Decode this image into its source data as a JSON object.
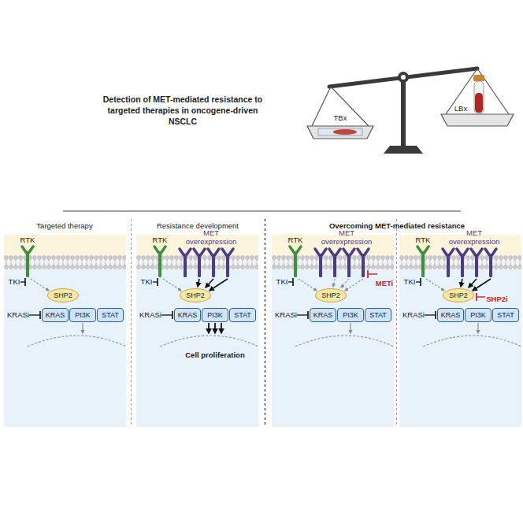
{
  "diagram": {
    "title": "Detection of MET-mediated resistance to targeted therapies in oncogene-driven NSCLC",
    "nodes": [
      {
        "text": [
          "SHP2"
        ]
      },
      {
        "text": [
          "KRAS"
        ]
      },
      {
        "text": [
          "PI3K"
        ]
      },
      {
        "text": [
          "STAT"
        ]
      },
      {
        "text": [
          "SHP2"
        ]
      },
      {
        "text": [
          "KRAS"
        ]
      },
      {
        "text": [
          "PI3K"
        ]
      },
      {
        "text": [
          "STAT"
        ]
      },
      {
        "text": [
          "SHP2"
        ]
      },
      {
        "text": [
          "KRAS"
        ]
      },
      {
        "text": [
          "PI3K"
        ]
      },
      {
        "text": [
          "STAT"
        ]
      },
      {
        "text": [
          "SHP2"
        ]
      },
      {
        "text": [
          "KRAS"
        ]
      },
      {
        "text": [
          "PI3K"
        ]
      },
      {
        "text": [
          "STAT"
        ]
      }
    ],
    "labels": [
      "TBx",
      "LBx",
      "Targeted therapy",
      "Resistance development",
      "Overcoming MET-mediated resistance",
      "RTK",
      "TKI",
      "KRASi",
      "RTK",
      "TKI",
      "MET overexpression",
      "KRASi",
      "Cell proliferation",
      "RTK",
      "MET overexpression",
      "TKI",
      "METi",
      "KRASi",
      "RTK",
      "MET overexpression",
      "TKI",
      "KRASi",
      "SHP2i"
    ]
  }
}
